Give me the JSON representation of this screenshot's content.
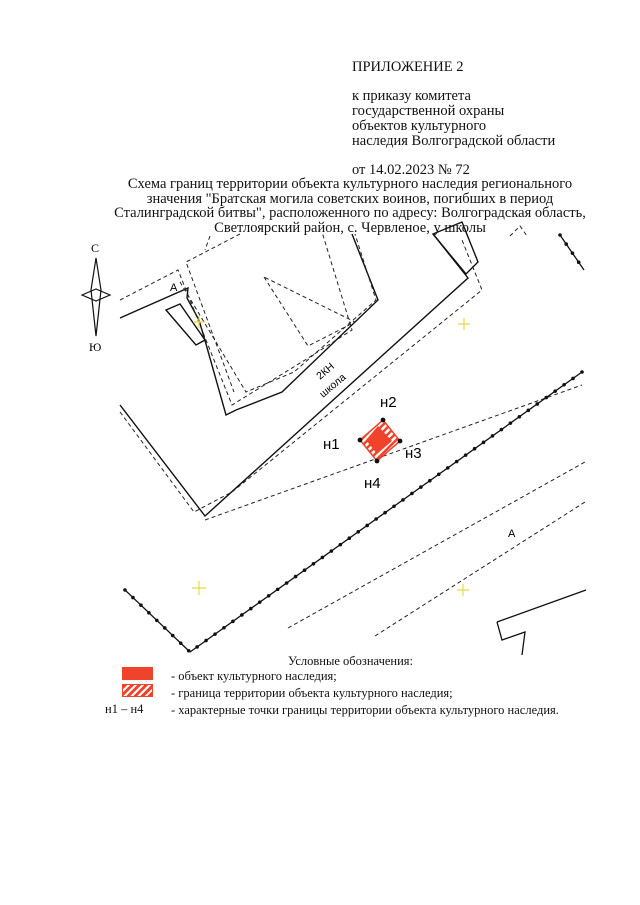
{
  "appendix": {
    "title": "ПРИЛОЖЕНИЕ 2",
    "line1": "к приказу комитета",
    "line2": "государственной охраны",
    "line3": "объектов культурного",
    "line4": "наследия Волгоградской области",
    "date": "от 14.02.2023 № 72"
  },
  "heading": {
    "line1": "Схема границ территории объекта культурного наследия регионального",
    "line2": "значения \"Братская могила советских воинов, погибших в период",
    "line3": "Сталинградской битвы\", расположенного по адресу: Волгоградская область,",
    "line4": "Светлоярский район, с. Червленое, у школы"
  },
  "map": {
    "compass_north": "С",
    "compass_south": "Ю",
    "building_label_1": "2КН",
    "building_label_2": "школа",
    "label_a_top": "А",
    "label_a_road": "А",
    "points": [
      "н1",
      "н2",
      "н3",
      "н4"
    ]
  },
  "legend": {
    "title": "Условные обозначения:",
    "items": [
      "- объект культурного наследия;",
      "- граница территории объекта культурного наследия;",
      "- характерные точки границы территории объекта культурного наследия."
    ],
    "points_code": "н1 – н4"
  },
  "colors": {
    "object": "#f0432c",
    "crosshair": "#e8d84a"
  }
}
